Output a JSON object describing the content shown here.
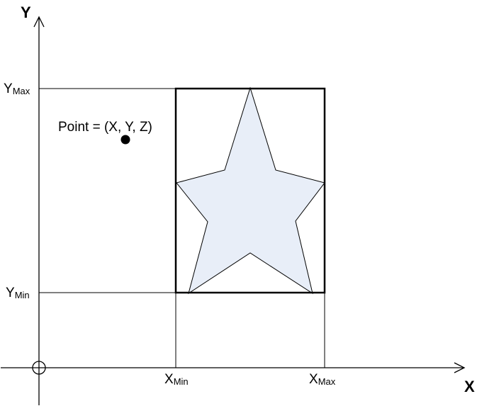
{
  "axes": {
    "x_label": "X",
    "y_label": "Y"
  },
  "bounds": {
    "y_max": {
      "main": "Y",
      "sub": "Max"
    },
    "y_min": {
      "main": "Y",
      "sub": "Min"
    },
    "x_min": {
      "main": "X",
      "sub": "Min"
    },
    "x_max": {
      "main": "X",
      "sub": "Max"
    }
  },
  "point": {
    "label": "Point = (X, Y, Z)"
  },
  "colors": {
    "line": "#000000",
    "star_fill": "#e8eef8",
    "background": "#ffffff"
  },
  "shapes": {
    "origin_marker": "circle-with-crosshair",
    "bounded_shape": "star",
    "bounding_box": "rectangle"
  }
}
